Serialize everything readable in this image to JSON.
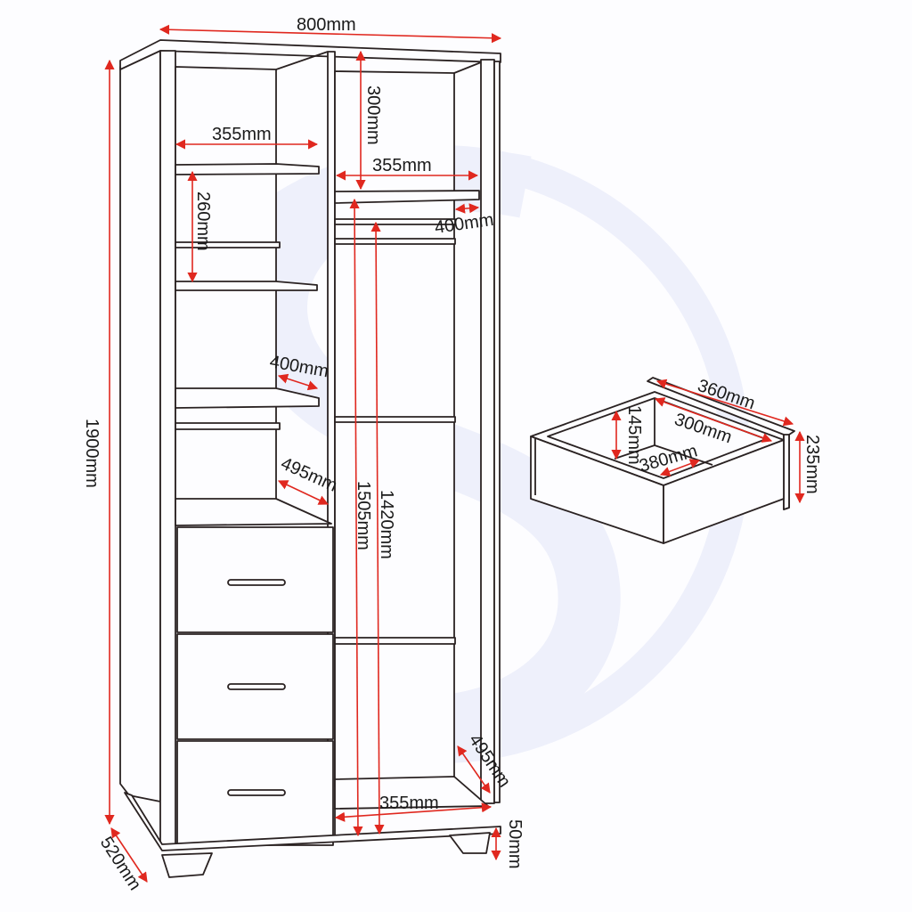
{
  "diagram": {
    "title": "Wardrobe dimension drawing",
    "colors": {
      "line": "#2a2222",
      "dimension": "#e0281f",
      "watermark": "#eef0fb",
      "background": "#fdfdff"
    },
    "wardrobe": {
      "overall_width": "800mm",
      "overall_height": "1900mm",
      "overall_depth": "520mm",
      "leg_height": "50mm",
      "top_space_height": "300mm",
      "left_top_shelf_width": "355mm",
      "right_top_shelf_width": "355mm",
      "right_shelf_depth": "400mm",
      "left_shelf_spacing": "260mm",
      "left_shelf_depth": "400mm",
      "left_lower_depth": "495mm",
      "right_interior_height_outer": "1505mm",
      "right_interior_height_inner": "1420mm",
      "right_bottom_depth": "495mm",
      "right_bottom_width": "355mm",
      "drawer_count": 3
    },
    "drawer": {
      "front_width": "360mm",
      "inner_width": "300mm",
      "inner_depth": "380mm",
      "inner_height": "145mm",
      "front_height": "235mm"
    }
  }
}
